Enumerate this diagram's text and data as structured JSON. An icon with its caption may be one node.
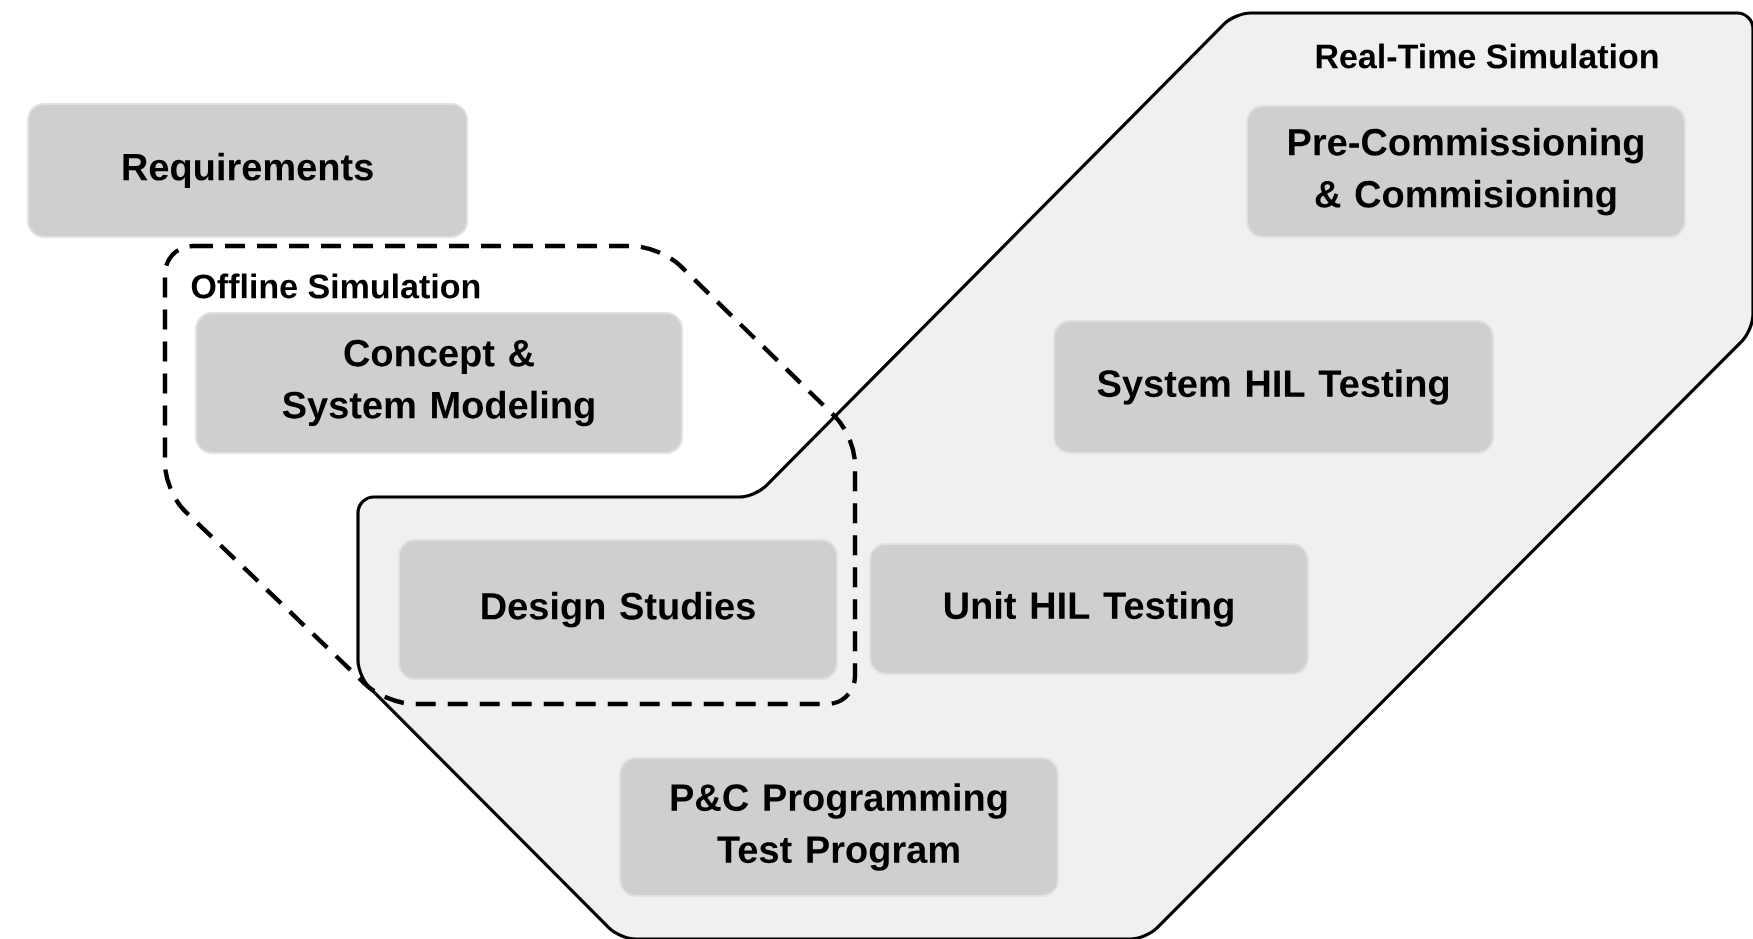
{
  "diagram": {
    "nodes": [
      {
        "text": [
          "Real-Time Simulation"
        ]
      },
      {
        "text": [
          "Pre-Commissioning & Commisioning"
        ],
        "in": 0
      },
      {
        "text": [
          "Requirements"
        ]
      },
      {
        "text": [
          "Offline Simulation"
        ]
      },
      {
        "text": [
          "Concept & System Modeling"
        ],
        "in": 3
      },
      {
        "text": [
          "System HIL Testing"
        ],
        "in": 0
      },
      {
        "text": [
          "Design Studies"
        ]
      },
      {
        "text": [
          "Unit HIL Testing"
        ],
        "in": 0
      },
      {
        "text": [
          "P&C Programming Test Program"
        ],
        "in": 0
      }
    ]
  }
}
